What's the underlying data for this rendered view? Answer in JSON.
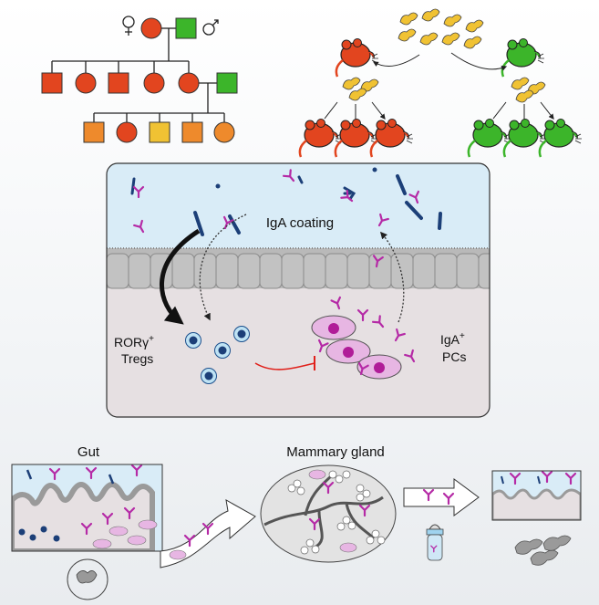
{
  "center_panel": {
    "iga_coating_label": "IgA coating",
    "treg_label_line1": "RORγ",
    "treg_label_sup": "+",
    "treg_label_line2": "Tregs",
    "pc_label_line1": "IgA",
    "pc_label_sup": "+",
    "pc_label_line2": "PCs"
  },
  "bottom_panel": {
    "gut_label": "Gut",
    "mammary_label": "Mammary gland"
  },
  "colors": {
    "lumen": "#d9ecf7",
    "tissue": "#e6e0e2",
    "epithelium": "#b9b9b9",
    "iga": "#b52aa6",
    "treg": "#1c4f8c",
    "plasma_cell": "#e7b6e3",
    "wildtype_mouse": "#e2451f",
    "ko_mouse": "#3cb52a",
    "inhibition": "#e0201a"
  },
  "icons": [
    "female-symbol-icon",
    "male-symbol-icon",
    "mouse-icon",
    "bacteria-icon",
    "antibody-icon",
    "baby-bottle-icon"
  ]
}
